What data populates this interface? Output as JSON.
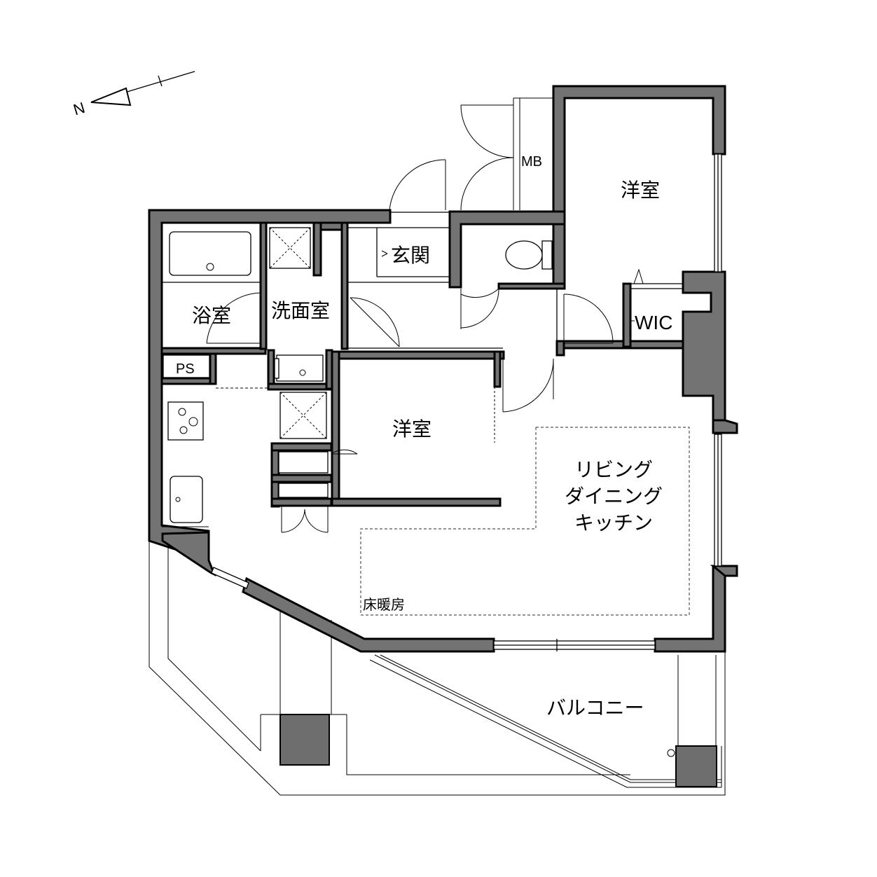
{
  "rooms": {
    "western_room_north": "洋室",
    "western_room_center": "洋室",
    "entrance": "玄関",
    "bathroom": "浴室",
    "washroom": "洗面室",
    "walk_in_closet": "WIC",
    "meter_box": "MB",
    "pipe_space": "PS",
    "ldk_line1": "リビング",
    "ldk_line2": "ダイニング",
    "ldk_line3": "キッチン",
    "floor_heating": "床暖房",
    "balcony": "バルコニー"
  },
  "compass": {
    "north_mark": "N"
  },
  "colors": {
    "wall": "#737373",
    "line": "#000000",
    "background": "#ffffff"
  }
}
